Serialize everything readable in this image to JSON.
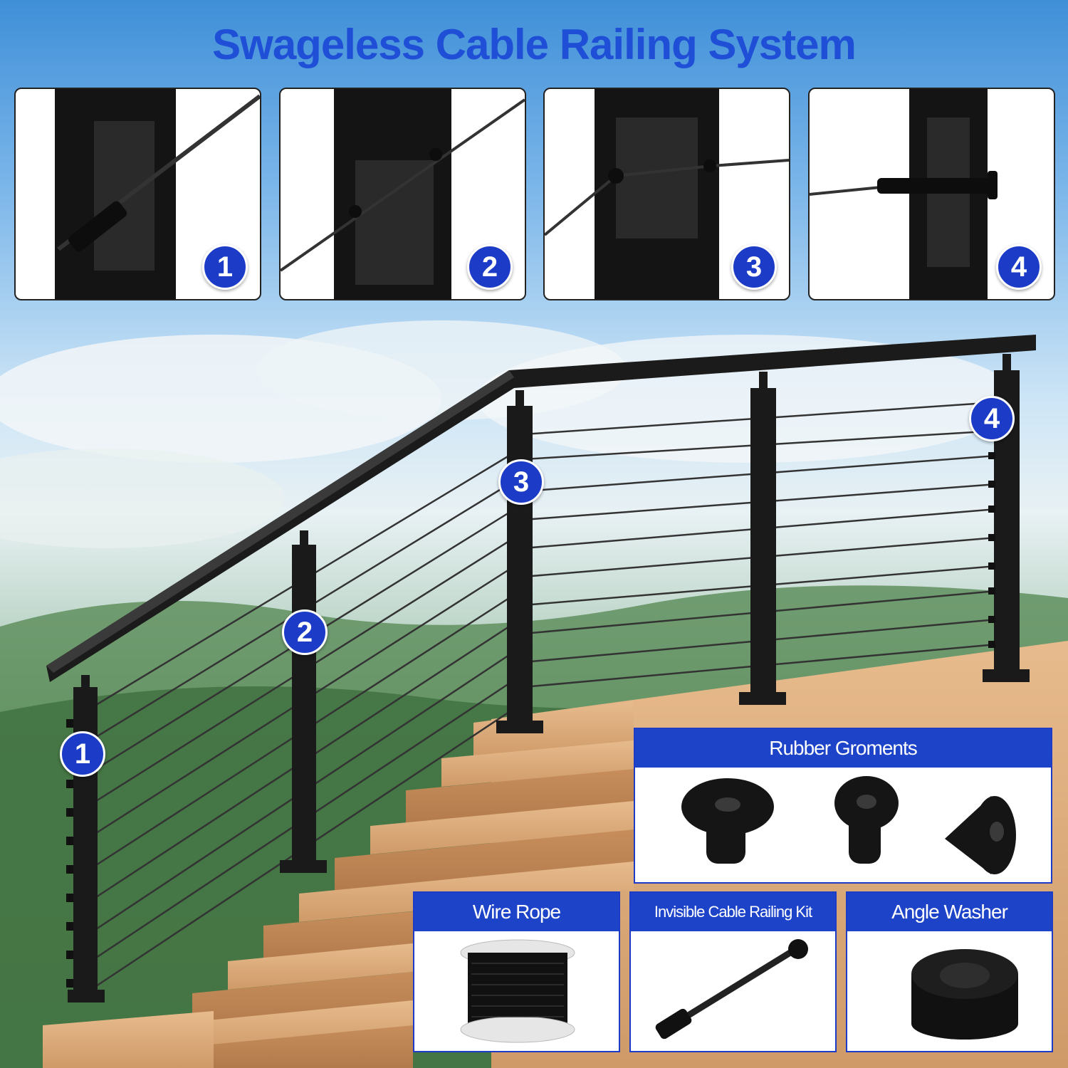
{
  "header": {
    "title": "Swageless Cable Railing System"
  },
  "detail_panels": [
    {
      "number": "1"
    },
    {
      "number": "2"
    },
    {
      "number": "3"
    },
    {
      "number": "4"
    }
  ],
  "post_markers": [
    {
      "number": "1"
    },
    {
      "number": "2"
    },
    {
      "number": "3"
    },
    {
      "number": "4"
    }
  ],
  "parts": {
    "rubber_grommets": {
      "label": "Rubber Groments"
    },
    "wire_rope": {
      "label": "Wire Rope"
    },
    "cable_kit": {
      "label": "Invisible Cable Railing Kit"
    },
    "angle_washer": {
      "label": "Angle Washer"
    }
  },
  "colors": {
    "accent": "#1d44c8",
    "title": "#1f4fd6",
    "metal": "#1a1a1a",
    "wood": "#d9a978"
  }
}
